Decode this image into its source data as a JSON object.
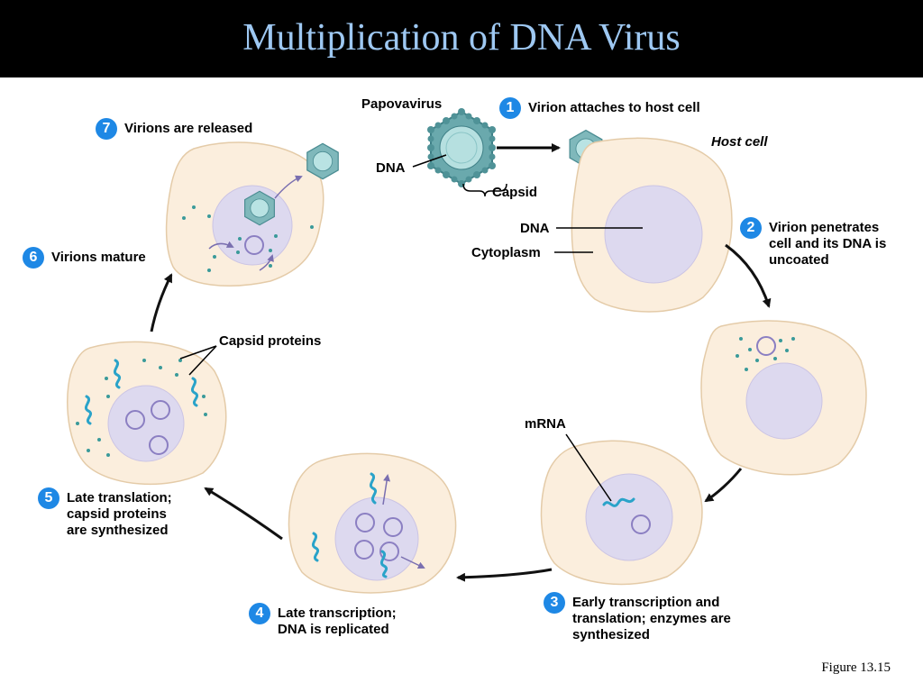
{
  "title": "Multiplication of DNA Virus",
  "labels": {
    "papovavirus": "Papovavirus",
    "dna_virion": "DNA",
    "capsid": "Capsid",
    "host_cell": "Host cell",
    "dna_cell": "DNA",
    "cytoplasm": "Cytoplasm",
    "mrna": "mRNA",
    "capsid_proteins": "Capsid proteins"
  },
  "steps": [
    {
      "num": "1",
      "text": "Virion attaches to host cell"
    },
    {
      "num": "2",
      "text": "Virion penetrates\ncell and its DNA is\nuncoated"
    },
    {
      "num": "3",
      "text": "Early transcription and\ntranslation; enzymes are\nsynthesized"
    },
    {
      "num": "4",
      "text": "Late transcription;\nDNA is replicated"
    },
    {
      "num": "5",
      "text": "Late translation;\ncapsid proteins\nare synthesized"
    },
    {
      "num": "6",
      "text": "Virions mature"
    },
    {
      "num": "7",
      "text": "Virions are released"
    }
  ],
  "caption": "Figure 13.15",
  "colors": {
    "title": "#9ec8f2",
    "badge": "#1e88e5",
    "cytoplasm": "#fbeedd",
    "nucleus": "#ddd9ef",
    "capsid": "#7fb8bb",
    "mrna": "#2aa3c9"
  },
  "icons": [
    "virion-icon",
    "mrna-strand-icon",
    "dna-circle-icon",
    "capsid-protein-dot-icon"
  ]
}
